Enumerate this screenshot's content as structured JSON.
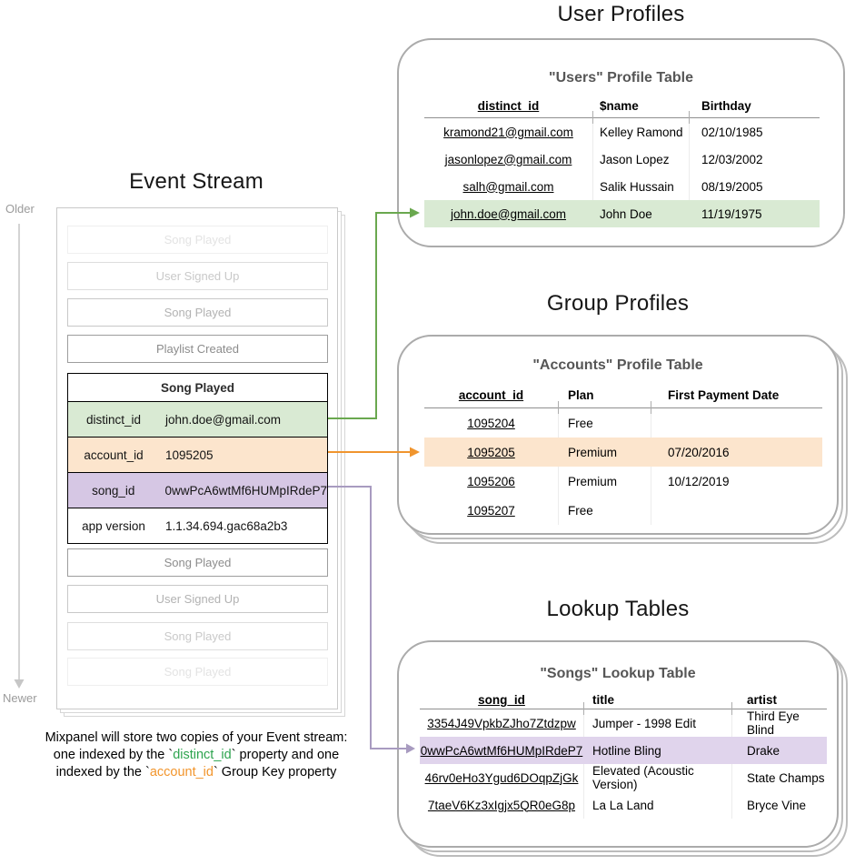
{
  "event_stream": {
    "title": "Event Stream",
    "older_label": "Older",
    "newer_label": "Newer",
    "events_before": [
      {
        "label": "Song Played"
      },
      {
        "label": "User Signed Up"
      },
      {
        "label": "Song Played"
      },
      {
        "label": "Playlist Created"
      }
    ],
    "card": {
      "header": "Song Played",
      "rows": [
        {
          "key": "distinct_id",
          "value": "john.doe@gmail.com"
        },
        {
          "key": "account_id",
          "value": "1095205"
        },
        {
          "key": "song_id",
          "value": "0wwPcA6wtMf6HUMpIRdeP7"
        },
        {
          "key": "app version",
          "value": "1.1.34.694.gac68a2b3"
        }
      ]
    },
    "events_after": [
      {
        "label": "Song Played"
      },
      {
        "label": "User Signed Up"
      },
      {
        "label": "Song Played"
      },
      {
        "label": "Song Played"
      }
    ],
    "caption": {
      "line1": "Mixpanel will store two copies of your Event stream:",
      "line2_pre": "one indexed by the `",
      "line2_token": "distinct_id",
      "line2_post": "` property and one",
      "line3_pre": "indexed by the `",
      "line3_token": "account_id",
      "line3_post": "` Group Key property"
    }
  },
  "user_profiles": {
    "section_title": "User Profiles",
    "table_title": "\"Users\" Profile Table",
    "headers": {
      "col1": "distinct_id",
      "col2": "$name",
      "col3": "Birthday"
    },
    "rows": [
      {
        "distinct_id": "kramond21@gmail.com",
        "name": "Kelley Ramond",
        "birthday": "02/10/1985"
      },
      {
        "distinct_id": "jasonlopez@gmail.com",
        "name": "Jason Lopez",
        "birthday": "12/03/2002"
      },
      {
        "distinct_id": "salh@gmail.com",
        "name": "Salik Hussain",
        "birthday": "08/19/2005"
      },
      {
        "distinct_id": "john.doe@gmail.com",
        "name": "John Doe",
        "birthday": "11/19/1975"
      }
    ]
  },
  "group_profiles": {
    "section_title": "Group Profiles",
    "table_title": "\"Accounts\" Profile Table",
    "headers": {
      "col1": "account_id",
      "col2": "Plan",
      "col3": "First Payment Date"
    },
    "rows": [
      {
        "account_id": "1095204",
        "plan": "Free",
        "first_payment_date": ""
      },
      {
        "account_id": "1095205",
        "plan": "Premium",
        "first_payment_date": "07/20/2016"
      },
      {
        "account_id": "1095206",
        "plan": "Premium",
        "first_payment_date": "10/12/2019"
      },
      {
        "account_id": "1095207",
        "plan": "Free",
        "first_payment_date": ""
      }
    ]
  },
  "lookup_tables": {
    "section_title": "Lookup Tables",
    "table_title": "\"Songs\" Lookup Table",
    "headers": {
      "col1": "song_id",
      "col2": "title",
      "col3": "artist"
    },
    "rows": [
      {
        "song_id": "3354J49VpkbZJho7Ztdzpw",
        "title": "Jumper - 1998 Edit",
        "artist": "Third Eye Blind"
      },
      {
        "song_id": "0wwPcA6wtMf6HUMpIRdeP7",
        "title": "Hotline Bling",
        "artist": "Drake"
      },
      {
        "song_id": "46rv0eHo3Ygud6DOqpZjGk",
        "title": "Elevated (Acoustic Version)",
        "artist": "State Champs"
      },
      {
        "song_id": "7taeV6Kz3xIgjx5QR0eG8p",
        "title": "La La Land",
        "artist": "Bryce Vine"
      }
    ]
  },
  "colors": {
    "green_highlight": "#d9ead3",
    "orange_highlight": "#fce5cd",
    "purple_highlight_table": "#e0d4ec",
    "purple_highlight_event": "#d6c7e4",
    "green_accent": "#6aa84f",
    "green_text": "#2ea44f",
    "orange_accent": "#f0952e",
    "purple_accent": "#a89bc0"
  }
}
